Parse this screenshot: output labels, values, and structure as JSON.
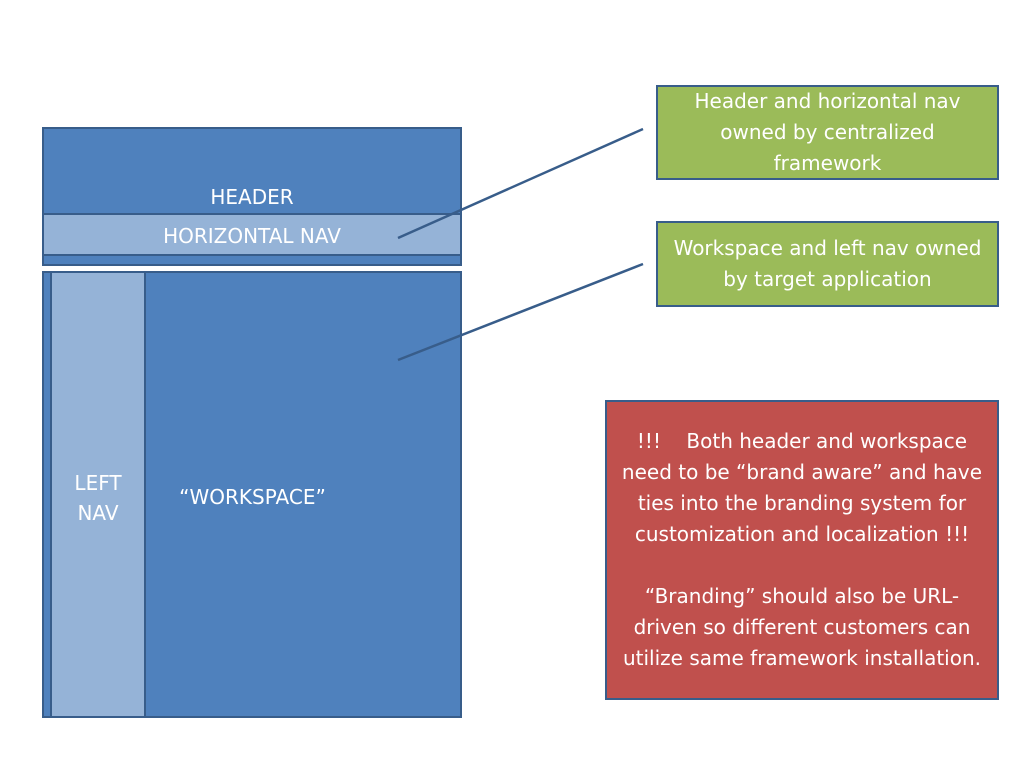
{
  "diagram": {
    "header_label": "HEADER",
    "horizontal_nav_label": "HORIZONTAL NAV",
    "left_nav_label": "LEFT\nNAV",
    "workspace_label": "“WORKSPACE”"
  },
  "notes": {
    "header_nav_note": "Header and horizontal nav owned by centralized framework",
    "workspace_note": "Workspace and left nav owned by target application",
    "branding_note_para1": "!!!    Both header and workspace need to be “brand aware” and have ties into the branding system for customization and localization !!!",
    "branding_note_para2": "“Branding” should also be URL-driven so different customers can utilize same framework installation."
  },
  "colors": {
    "dark_blue": "#4f81bd",
    "light_blue": "#95b3d7",
    "border": "#385d8a",
    "green": "#9bbb59",
    "red": "#c0504d"
  }
}
